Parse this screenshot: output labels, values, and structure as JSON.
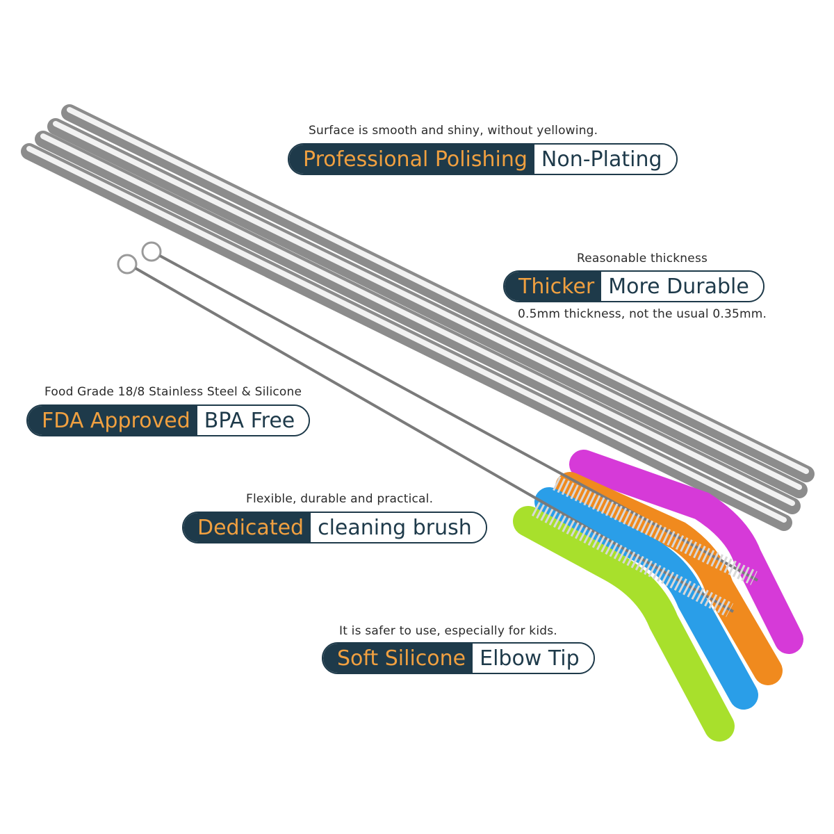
{
  "colors": {
    "label_dark": "#1e3a4a",
    "label_accent": "#f0a040",
    "tip_green": "#a8e02c",
    "tip_blue": "#2a9ee8",
    "tip_orange": "#f08a1e",
    "tip_magenta": "#d63ad8",
    "steel": "#c8c8c8"
  },
  "features": [
    {
      "caption": "Surface is smooth and shiny, without yellowing.",
      "highlight": "Professional Polishing",
      "detail": "Non-Plating"
    },
    {
      "caption": "Reasonable thickness",
      "highlight": "Thicker",
      "detail": "More Durable",
      "note": "0.5mm thickness, not the usual 0.35mm."
    },
    {
      "caption": "Food Grade 18/8 Stainless Steel & Silicone",
      "highlight": "FDA Approved",
      "detail": "BPA Free"
    },
    {
      "caption": "Flexible, durable and practical.",
      "highlight": "Dedicated",
      "detail": "cleaning brush"
    },
    {
      "caption": "It is safer to use, especially for kids.",
      "highlight": "Soft Silicone",
      "detail": "Elbow Tip"
    }
  ]
}
